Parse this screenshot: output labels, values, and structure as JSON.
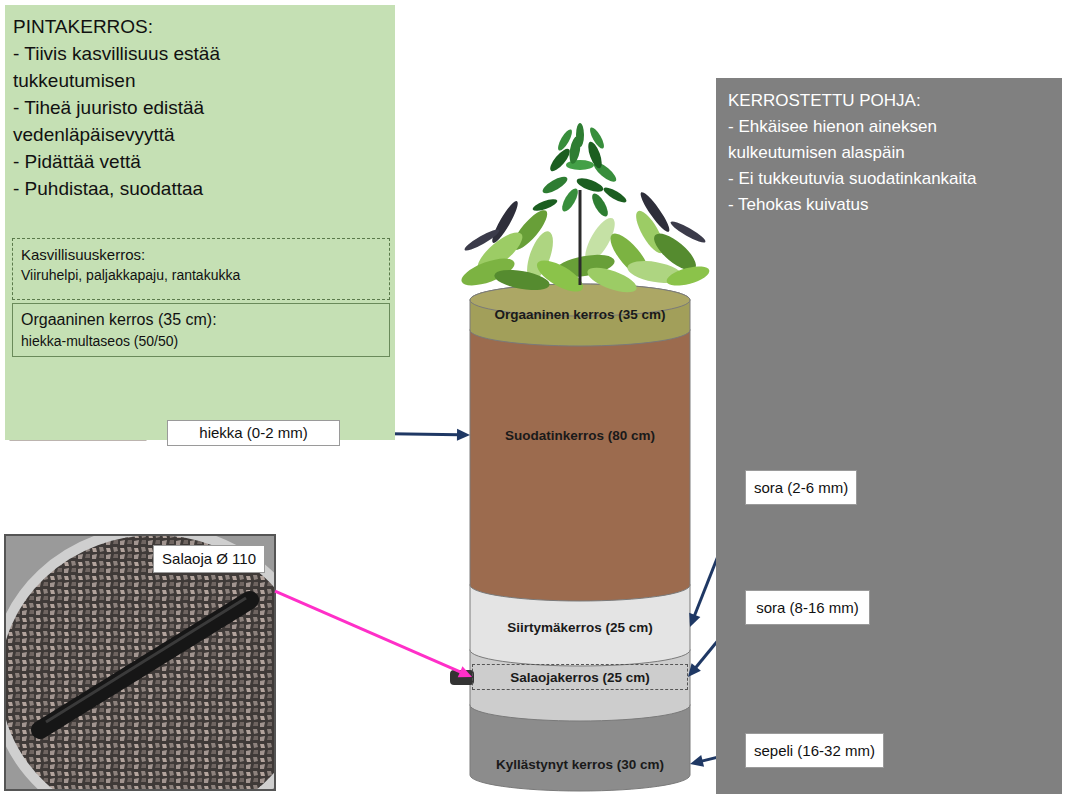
{
  "diagram": {
    "nodes": [
      {
        "text": [
          "PINTAKERROS:",
          "- Tiivis kasvillisuus estää tukkeutumisen",
          "- Tiheä juuristo edistää vedenläpäisevyyttä",
          "- Pidättää vettä",
          "- Puhdistaa, suodattaa"
        ]
      },
      {
        "text": [
          "Kasvillisuuskerros:",
          "Viiruhelpi, paljakkapaju, rantakukka"
        ],
        "in": 0
      },
      {
        "text": [
          "Orgaaninen kerros (35 cm):",
          "hiekka-multaseos (50/50)"
        ],
        "in": 0
      },
      {
        "text": [
          "hiekka (0-2 mm)"
        ]
      },
      {
        "text": [
          "Orgaaninen kerros (35 cm)"
        ]
      },
      {
        "text": [
          "Suodatinkerros (80 cm)"
        ]
      },
      {
        "text": [
          "KERROSTETTU POHJA:",
          "- Ehkäisee hienon aineksen kulkeutumisen alaspäin",
          "- Ei tukkeutuvia suodatinkankaita",
          "- Tehokas kuivatus"
        ]
      },
      {
        "text": [
          "sora (2-6 mm)"
        ],
        "in": 6
      },
      {
        "text": [
          "Siirtymäkerros (25 cm)"
        ]
      },
      {
        "text": [
          "Salaoja Ø 110"
        ]
      },
      {
        "text": [
          "sora (8-16 mm)"
        ],
        "in": 6
      },
      {
        "text": [
          "Salaojakerros (25 cm)"
        ]
      },
      {
        "text": [
          "sepeli (16-32 mm)"
        ],
        "in": 6
      },
      {
        "text": [
          "Kyllästynyt kerros (30 cm)"
        ]
      }
    ],
    "edges": [
      {
        "from": 3,
        "to": 5,
        "arrow": "to"
      },
      {
        "from": 7,
        "to": 8,
        "arrow": "to"
      },
      {
        "from": 10,
        "to": 11,
        "arrow": "to"
      },
      {
        "from": 9,
        "to": 11,
        "arrow": "to"
      },
      {
        "from": 12,
        "to": 13,
        "arrow": "to"
      }
    ]
  }
}
